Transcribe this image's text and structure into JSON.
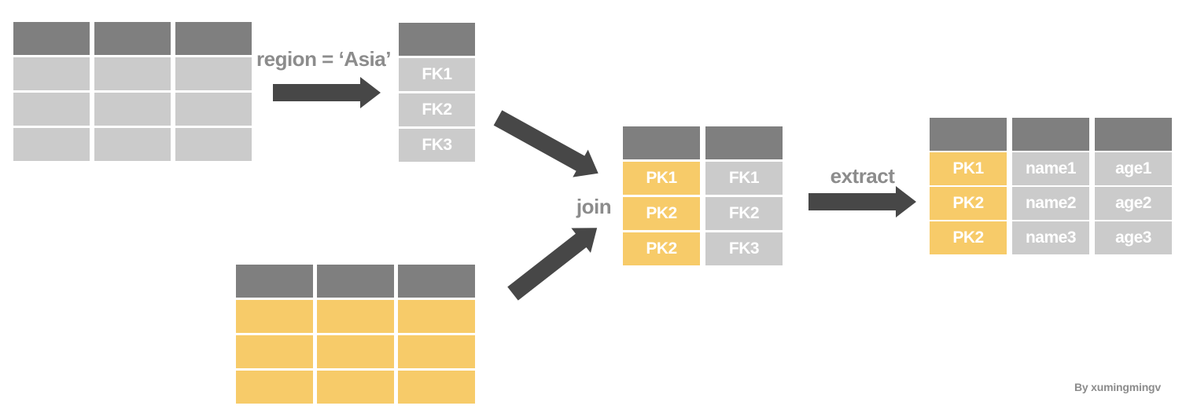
{
  "labels": {
    "filter": "region = ‘Asia’",
    "join": "join",
    "extract": "extract",
    "credit": "By xumingmingv"
  },
  "tables": {
    "filtered": {
      "rows": [
        "FK1",
        "FK2",
        "FK3"
      ]
    },
    "joined": {
      "left": [
        "PK1",
        "PK2",
        "PK2"
      ],
      "right": [
        "FK1",
        "FK2",
        "FK3"
      ]
    },
    "result": {
      "pk": [
        "PK1",
        "PK2",
        "PK2"
      ],
      "name": [
        "name1",
        "name2",
        "name3"
      ],
      "age": [
        "age1",
        "age2",
        "age3"
      ]
    }
  },
  "colors": {
    "header": "#7f7f7f",
    "row_gray": "#cbcbcb",
    "row_yellow": "#f7cb69",
    "arrow": "#474747",
    "label": "#8c8c8c",
    "cell_text": "#ffffff"
  }
}
